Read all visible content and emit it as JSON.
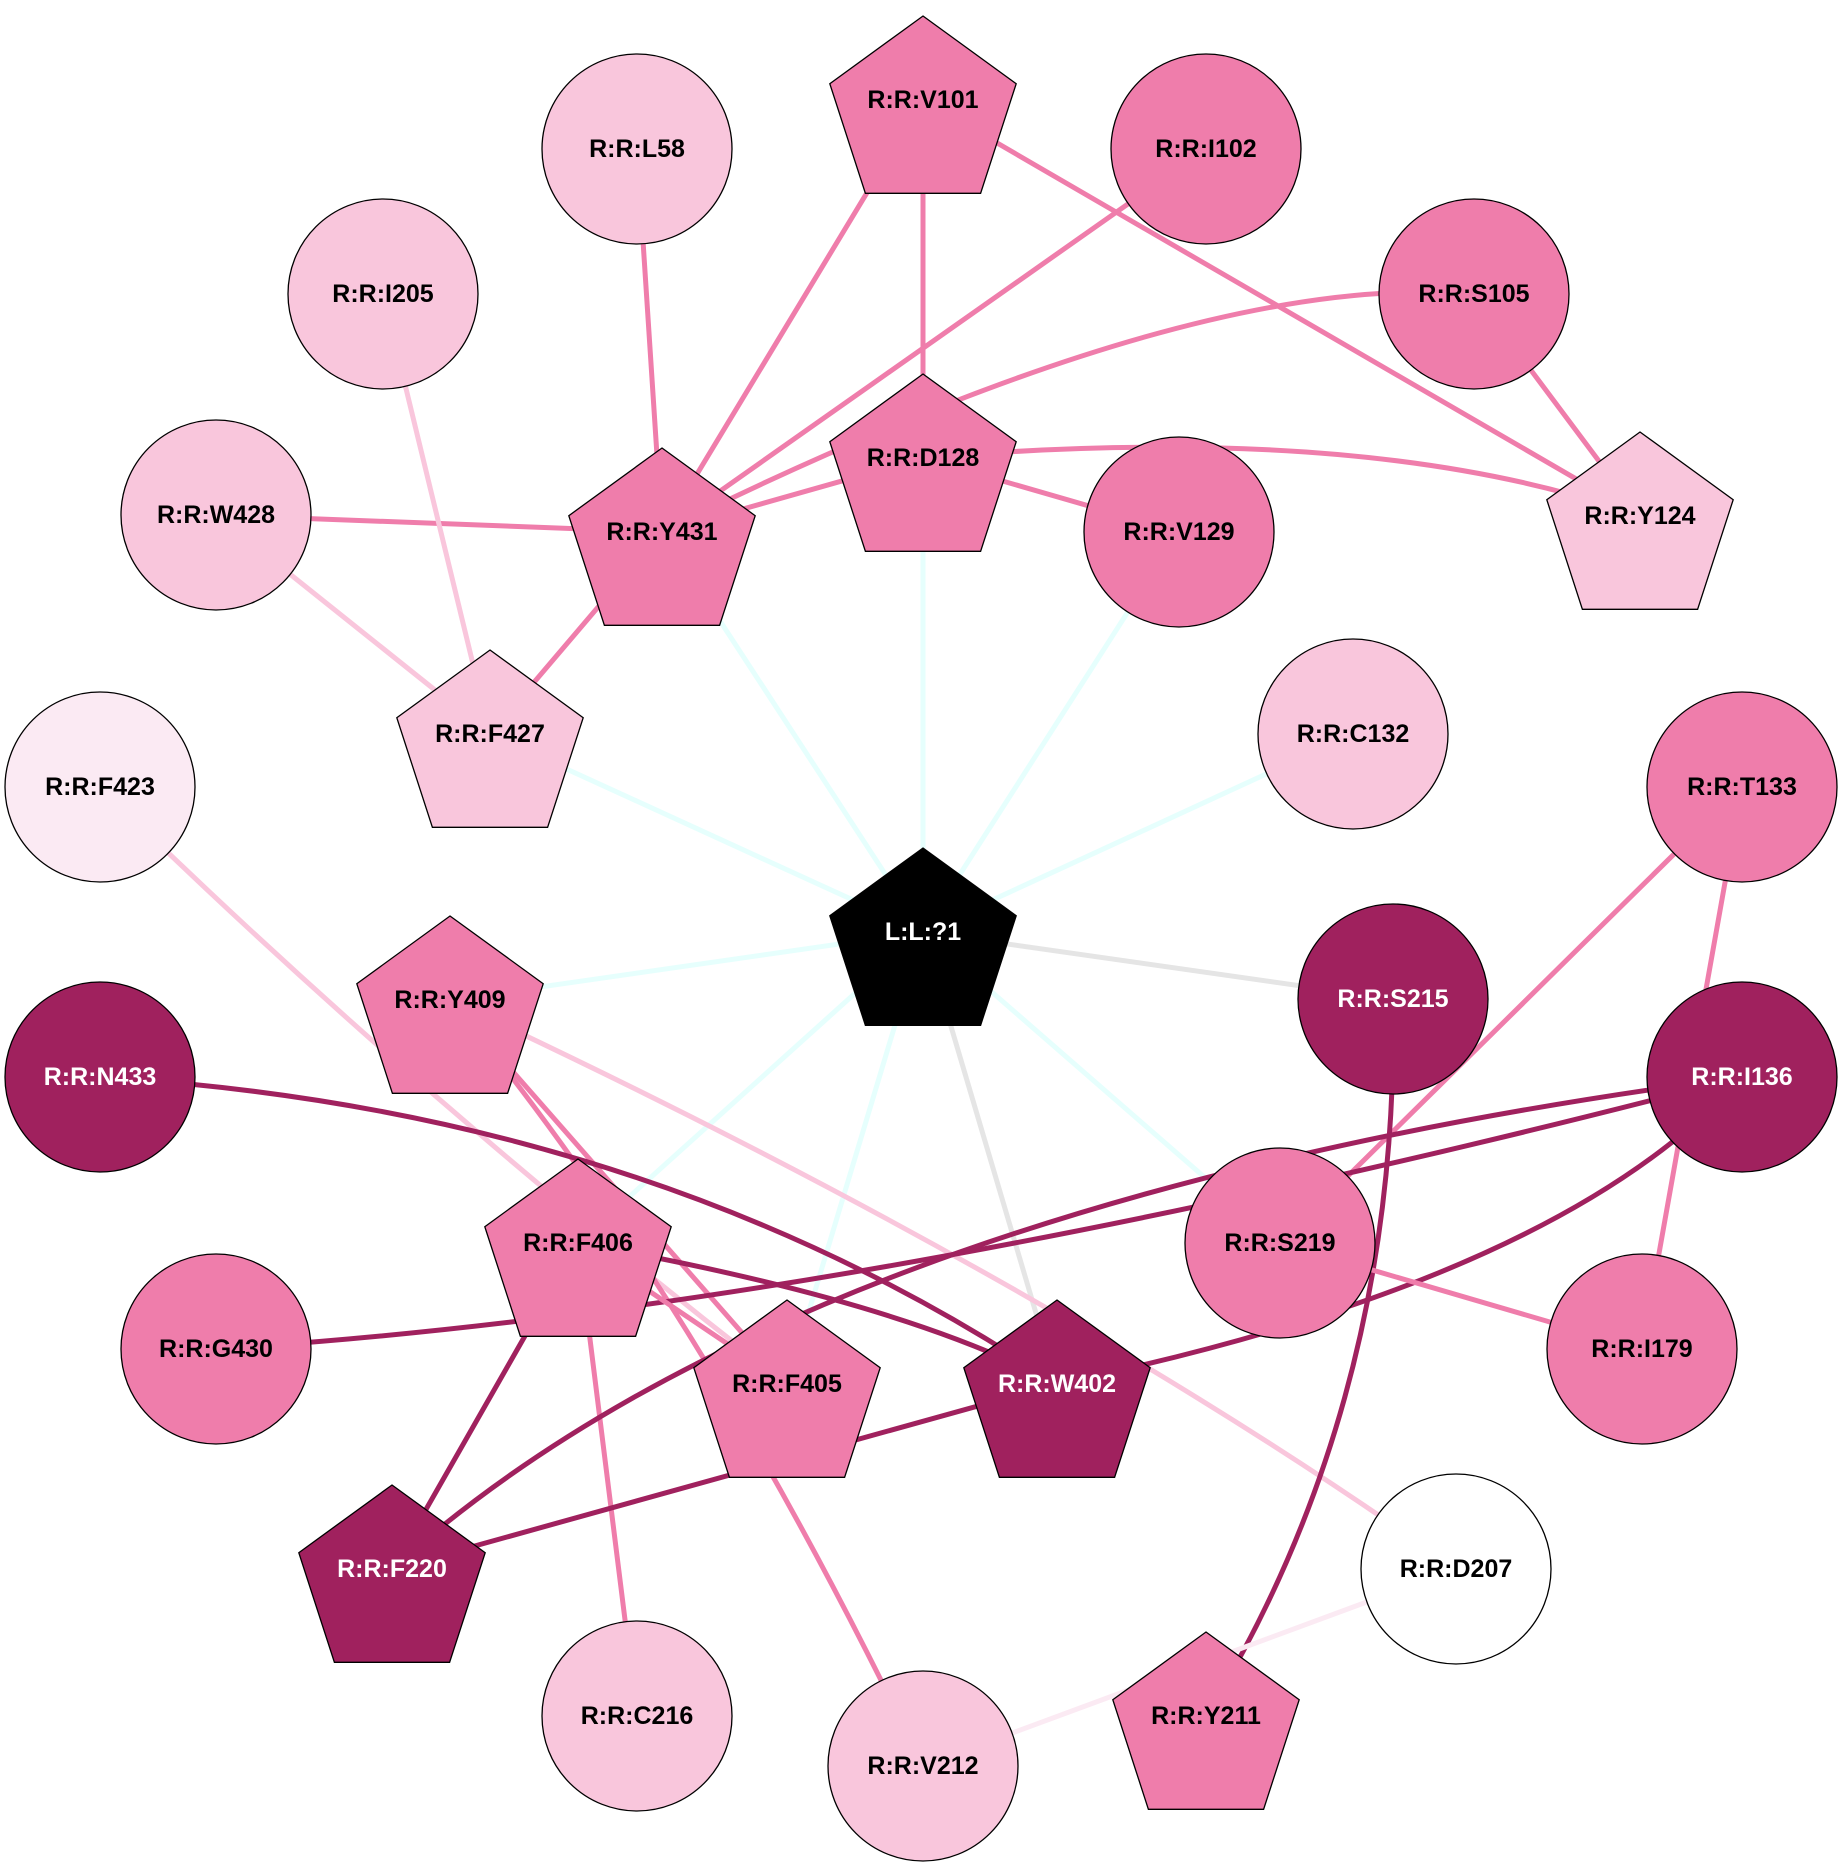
{
  "colors": {
    "lightest": "#fbeaf3",
    "light": "#f9c6dc",
    "medium": "#ef7dab",
    "dark": "#a0215e",
    "ligand": "#000000",
    "white": "#ffffff",
    "edge_ligand": "#e6fffd",
    "edge_grey": "#e5e5e5"
  },
  "nodes": [
    {
      "id": "V101",
      "label": "R:R:V101",
      "shape": "pentagon",
      "fill": "medium"
    },
    {
      "id": "L58",
      "label": "R:R:L58",
      "shape": "circle",
      "fill": "light"
    },
    {
      "id": "I102",
      "label": "R:R:I102",
      "shape": "circle",
      "fill": "medium"
    },
    {
      "id": "I205",
      "label": "R:R:I205",
      "shape": "circle",
      "fill": "light"
    },
    {
      "id": "S105",
      "label": "R:R:S105",
      "shape": "circle",
      "fill": "medium"
    },
    {
      "id": "D128",
      "label": "R:R:D128",
      "shape": "pentagon",
      "fill": "medium"
    },
    {
      "id": "W428",
      "label": "R:R:W428",
      "shape": "circle",
      "fill": "light"
    },
    {
      "id": "Y431",
      "label": "R:R:Y431",
      "shape": "pentagon",
      "fill": "medium"
    },
    {
      "id": "V129",
      "label": "R:R:V129",
      "shape": "circle",
      "fill": "medium"
    },
    {
      "id": "Y124",
      "label": "R:R:Y124",
      "shape": "pentagon",
      "fill": "light"
    },
    {
      "id": "F427",
      "label": "R:R:F427",
      "shape": "pentagon",
      "fill": "light"
    },
    {
      "id": "C132",
      "label": "R:R:C132",
      "shape": "circle",
      "fill": "light"
    },
    {
      "id": "F423",
      "label": "R:R:F423",
      "shape": "circle",
      "fill": "lightest"
    },
    {
      "id": "T133",
      "label": "R:R:T133",
      "shape": "circle",
      "fill": "medium"
    },
    {
      "id": "L1",
      "label": "L:L:?1",
      "shape": "pentagon",
      "fill": "ligand"
    },
    {
      "id": "Y409",
      "label": "R:R:Y409",
      "shape": "pentagon",
      "fill": "medium"
    },
    {
      "id": "S215",
      "label": "R:R:S215",
      "shape": "circle",
      "fill": "dark"
    },
    {
      "id": "N433",
      "label": "R:R:N433",
      "shape": "circle",
      "fill": "dark"
    },
    {
      "id": "I136",
      "label": "R:R:I136",
      "shape": "circle",
      "fill": "dark"
    },
    {
      "id": "F406",
      "label": "R:R:F406",
      "shape": "pentagon",
      "fill": "medium"
    },
    {
      "id": "S219",
      "label": "R:R:S219",
      "shape": "circle",
      "fill": "medium"
    },
    {
      "id": "G430",
      "label": "R:R:G430",
      "shape": "circle",
      "fill": "medium"
    },
    {
      "id": "F405",
      "label": "R:R:F405",
      "shape": "pentagon",
      "fill": "medium"
    },
    {
      "id": "W402",
      "label": "R:R:W402",
      "shape": "pentagon",
      "fill": "dark"
    },
    {
      "id": "I179",
      "label": "R:R:I179",
      "shape": "circle",
      "fill": "medium"
    },
    {
      "id": "F220",
      "label": "R:R:F220",
      "shape": "pentagon",
      "fill": "dark"
    },
    {
      "id": "D207",
      "label": "R:R:D207",
      "shape": "circle",
      "fill": "white"
    },
    {
      "id": "C216",
      "label": "R:R:C216",
      "shape": "circle",
      "fill": "light"
    },
    {
      "id": "V212",
      "label": "R:R:V212",
      "shape": "circle",
      "fill": "light"
    },
    {
      "id": "Y211",
      "label": "R:R:Y211",
      "shape": "pentagon",
      "fill": "medium"
    }
  ],
  "edges": [
    {
      "from": "L1",
      "to": "Y431",
      "color": "edge_ligand"
    },
    {
      "from": "L1",
      "to": "D128",
      "color": "edge_ligand"
    },
    {
      "from": "L1",
      "to": "V129",
      "color": "edge_ligand"
    },
    {
      "from": "L1",
      "to": "F427",
      "color": "edge_ligand"
    },
    {
      "from": "L1",
      "to": "C132",
      "color": "edge_ligand"
    },
    {
      "from": "L1",
      "to": "Y409",
      "color": "edge_ligand"
    },
    {
      "from": "L1",
      "to": "F406",
      "color": "edge_ligand"
    },
    {
      "from": "L1",
      "to": "F405",
      "color": "edge_ligand"
    },
    {
      "from": "L1",
      "to": "S219",
      "color": "edge_ligand"
    },
    {
      "from": "L1",
      "to": "S215",
      "color": "edge_grey"
    },
    {
      "from": "L1",
      "to": "W402",
      "color": "edge_grey"
    },
    {
      "from": "V101",
      "to": "Y431",
      "color": "medium"
    },
    {
      "from": "V101",
      "to": "D128",
      "color": "medium"
    },
    {
      "from": "V101",
      "to": "Y124",
      "color": "medium"
    },
    {
      "from": "L58",
      "to": "Y431",
      "color": "medium"
    },
    {
      "from": "I102",
      "to": "Y431",
      "color": "medium"
    },
    {
      "from": "S105",
      "to": "Y431",
      "color": "medium"
    },
    {
      "from": "S105",
      "to": "Y124",
      "color": "medium"
    },
    {
      "from": "D128",
      "to": "Y431",
      "color": "medium"
    },
    {
      "from": "D128",
      "to": "V129",
      "color": "medium"
    },
    {
      "from": "D128",
      "to": "Y124",
      "color": "medium"
    },
    {
      "from": "W428",
      "to": "Y431",
      "color": "medium"
    },
    {
      "from": "W428",
      "to": "F427",
      "color": "light"
    },
    {
      "from": "I205",
      "to": "F427",
      "color": "light"
    },
    {
      "from": "Y431",
      "to": "F427",
      "color": "medium"
    },
    {
      "from": "F423",
      "to": "F405",
      "color": "light"
    },
    {
      "from": "T133",
      "to": "S219",
      "color": "medium"
    },
    {
      "from": "T133",
      "to": "I179",
      "color": "medium"
    },
    {
      "from": "Y409",
      "to": "F405",
      "color": "medium"
    },
    {
      "from": "Y409",
      "to": "V212",
      "color": "medium"
    },
    {
      "from": "Y409",
      "to": "D207",
      "color": "light"
    },
    {
      "from": "N433",
      "to": "W402",
      "color": "dark"
    },
    {
      "from": "I136",
      "to": "G430",
      "color": "dark"
    },
    {
      "from": "I136",
      "to": "W402",
      "color": "dark"
    },
    {
      "from": "S215",
      "to": "Y211",
      "color": "dark"
    },
    {
      "from": "F406",
      "to": "W402",
      "color": "dark"
    },
    {
      "from": "F406",
      "to": "F405",
      "color": "medium"
    },
    {
      "from": "F406",
      "to": "F220",
      "color": "dark"
    },
    {
      "from": "F406",
      "to": "C216",
      "color": "medium"
    },
    {
      "from": "S219",
      "to": "I179",
      "color": "medium"
    },
    {
      "from": "F220",
      "to": "W402",
      "color": "dark"
    },
    {
      "from": "F220",
      "to": "I136",
      "color": "dark"
    },
    {
      "from": "D207",
      "to": "V212",
      "color": "lightest"
    }
  ]
}
